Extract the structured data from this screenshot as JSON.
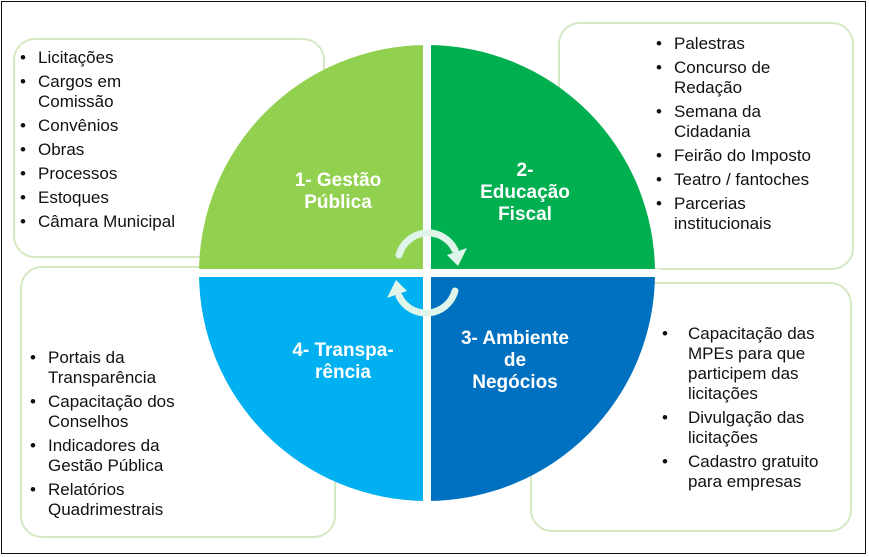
{
  "quadrants": [
    {
      "title_lines": [
        "1- Gestão",
        "Pública"
      ],
      "color": "#92d050"
    },
    {
      "title_lines": [
        "2-",
        "Educação",
        "Fiscal"
      ],
      "color": "#00b050"
    },
    {
      "title_lines": [
        "3- Ambiente",
        "de",
        "Negócios"
      ],
      "color": "#0070c0"
    },
    {
      "title_lines": [
        "4- Transpa-",
        "rência"
      ],
      "color": "#00b0f0"
    }
  ],
  "lists": {
    "gestao": [
      "Licitações",
      "Cargos em Comissão",
      "Convênios",
      "Obras",
      "Processos",
      "Estoques",
      "Câmara Municipal"
    ],
    "educacao": [
      "Palestras",
      "Concurso de Redação",
      "Semana da Cidadania",
      "Feirão do Imposto",
      "Teatro / fantoches",
      "Parcerias institucionais"
    ],
    "negocios": [
      "Capacitação das MPEs para que participem das licitações",
      "Divulgação das licitações",
      "Cadastro gratuito para empresas"
    ],
    "transparencia": [
      "Portais da Transparência",
      "Capacitação dos Conselhos",
      "Indicadores da Gestão Pública",
      "Relatórios Quadrimestrais"
    ]
  }
}
